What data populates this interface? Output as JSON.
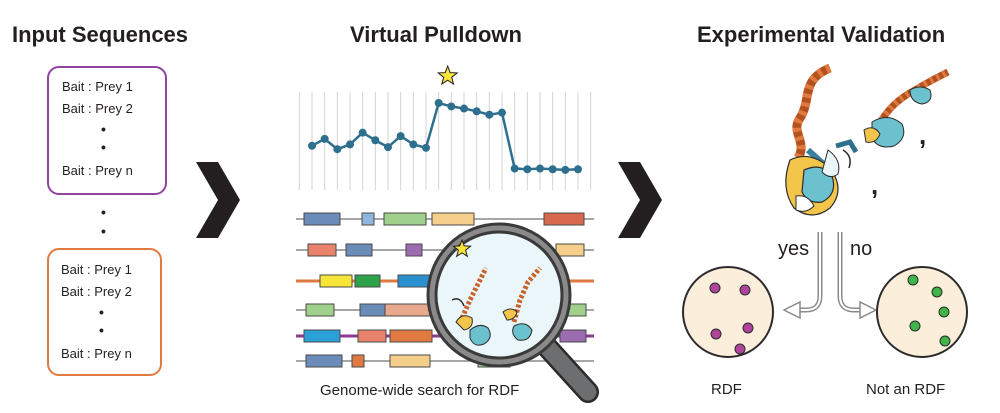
{
  "headings": {
    "input": "Input Sequences",
    "pulldown": "Virtual Pulldown",
    "validation": "Experimental Validation"
  },
  "input_box_1": {
    "lines": [
      "Bait : Prey 1",
      "Bait : Prey 2",
      "Bait : Prey n"
    ],
    "color": "#8e44a0"
  },
  "input_box_2": {
    "lines": [
      "Bait : Prey 1",
      "Bait : Prey 2",
      "Bait : Prey n"
    ],
    "color": "#e07a40"
  },
  "pulldown": {
    "caption": "Genome-wide search for RDF",
    "line_color": "#2e6f8e",
    "star_color": "#f7e639",
    "profile_values": [
      0.38,
      0.48,
      0.33,
      0.4,
      0.57,
      0.46,
      0.36,
      0.52,
      0.4,
      0.35,
      1.0,
      0.95,
      0.92,
      0.88,
      0.83,
      0.86,
      0.05,
      0.04,
      0.05,
      0.04,
      0.03,
      0.04
    ]
  },
  "validation": {
    "yes_label": "yes",
    "no_label": "no",
    "comma": ",",
    "rdf_label": "RDF",
    "not_rdf_label": "Not an RDF",
    "circle_fill": "#fbeedb",
    "rdf_dot_color": "#b0449a",
    "not_rdf_dot_color": "#3fb54a"
  }
}
